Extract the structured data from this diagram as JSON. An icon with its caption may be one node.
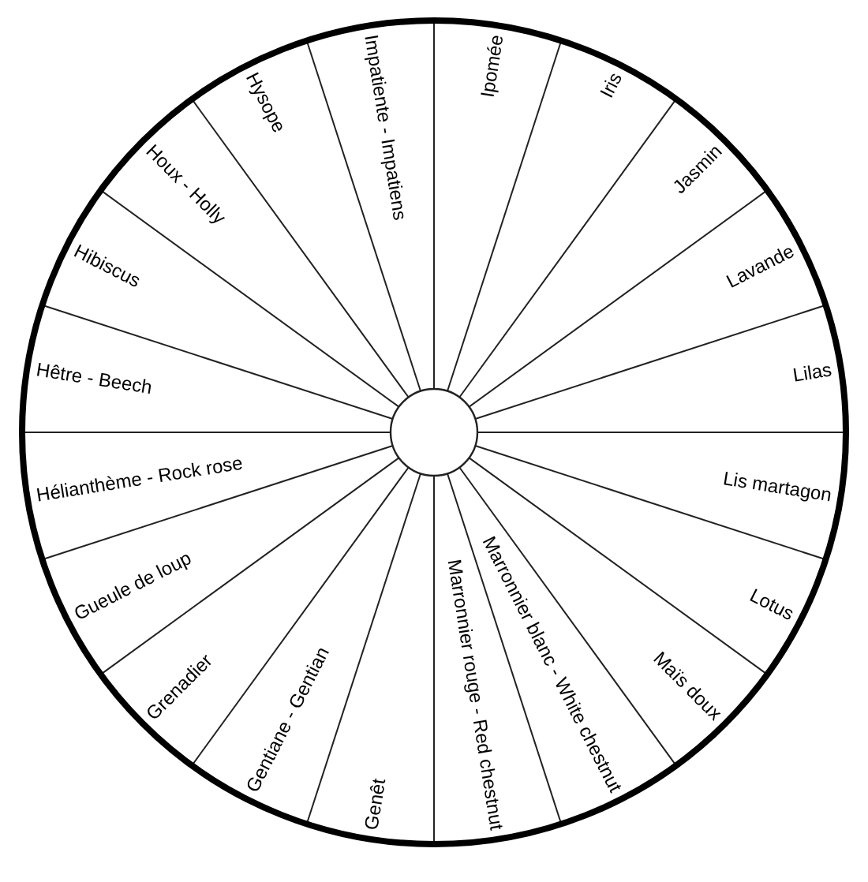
{
  "diagram": {
    "nodes": [
      {
        "text": [
          "Ipomée"
        ]
      },
      {
        "text": [
          "Iris"
        ]
      },
      {
        "text": [
          "Jasmin"
        ]
      },
      {
        "text": [
          "Lavande"
        ]
      },
      {
        "text": [
          "Lilas"
        ]
      },
      {
        "text": [
          "Lis martagon"
        ]
      },
      {
        "text": [
          "Lotus"
        ]
      },
      {
        "text": [
          "Maïs doux"
        ]
      },
      {
        "text": [
          "Marronnier blanc - White chestnut"
        ]
      },
      {
        "text": [
          "Marronnier rouge - Red chestnut"
        ]
      },
      {
        "text": [
          "Genêt"
        ]
      },
      {
        "text": [
          "Gentiane - Gentian"
        ]
      },
      {
        "text": [
          "Grenadier"
        ]
      },
      {
        "text": [
          "Gueule de loup"
        ]
      },
      {
        "text": [
          "Hélianthème - Rock rose"
        ]
      },
      {
        "text": [
          "Hêtre - Beech"
        ]
      },
      {
        "text": [
          "Hibiscus"
        ]
      },
      {
        "text": [
          "Houx - Holly"
        ]
      },
      {
        "text": [
          "Hysope"
        ]
      },
      {
        "text": [
          "Impatiente - Impatiens"
        ]
      }
    ],
    "edges": []
  }
}
